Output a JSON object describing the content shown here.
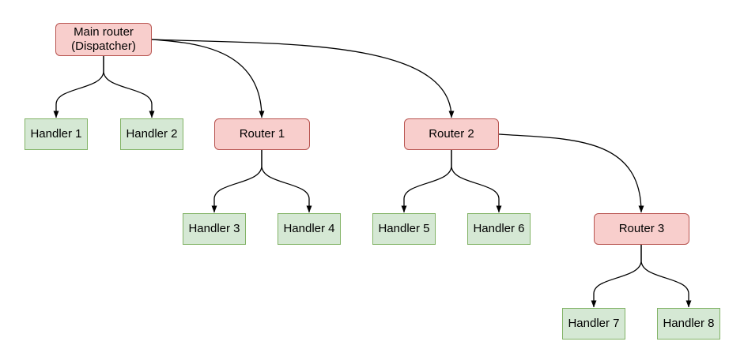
{
  "diagram": {
    "colors": {
      "router_fill": "#f8cecc",
      "router_border": "#b85450",
      "handler_fill": "#d5e8d4",
      "handler_border": "#82b366",
      "edge_stroke": "#000000",
      "text": "#000000",
      "background": "#ffffff"
    },
    "nodes": [
      {
        "id": "main-router",
        "kind": "router",
        "label": "Main router\n(Dispatcher)"
      },
      {
        "id": "handler-1",
        "kind": "handler",
        "label": "Handler 1"
      },
      {
        "id": "handler-2",
        "kind": "handler",
        "label": "Handler 2"
      },
      {
        "id": "router-1",
        "kind": "router",
        "label": "Router 1"
      },
      {
        "id": "router-2",
        "kind": "router",
        "label": "Router 2"
      },
      {
        "id": "handler-3",
        "kind": "handler",
        "label": "Handler 3"
      },
      {
        "id": "handler-4",
        "kind": "handler",
        "label": "Handler 4"
      },
      {
        "id": "handler-5",
        "kind": "handler",
        "label": "Handler 5"
      },
      {
        "id": "handler-6",
        "kind": "handler",
        "label": "Handler 6"
      },
      {
        "id": "router-3",
        "kind": "router",
        "label": "Router 3"
      },
      {
        "id": "handler-7",
        "kind": "handler",
        "label": "Handler 7"
      },
      {
        "id": "handler-8",
        "kind": "handler",
        "label": "Handler 8"
      }
    ],
    "edges": [
      {
        "from": "main-router",
        "to": "handler-1"
      },
      {
        "from": "main-router",
        "to": "handler-2"
      },
      {
        "from": "main-router",
        "to": "router-1"
      },
      {
        "from": "main-router",
        "to": "router-2"
      },
      {
        "from": "router-1",
        "to": "handler-3"
      },
      {
        "from": "router-1",
        "to": "handler-4"
      },
      {
        "from": "router-2",
        "to": "handler-5"
      },
      {
        "from": "router-2",
        "to": "handler-6"
      },
      {
        "from": "router-2",
        "to": "router-3"
      },
      {
        "from": "router-3",
        "to": "handler-7"
      },
      {
        "from": "router-3",
        "to": "handler-8"
      }
    ]
  }
}
